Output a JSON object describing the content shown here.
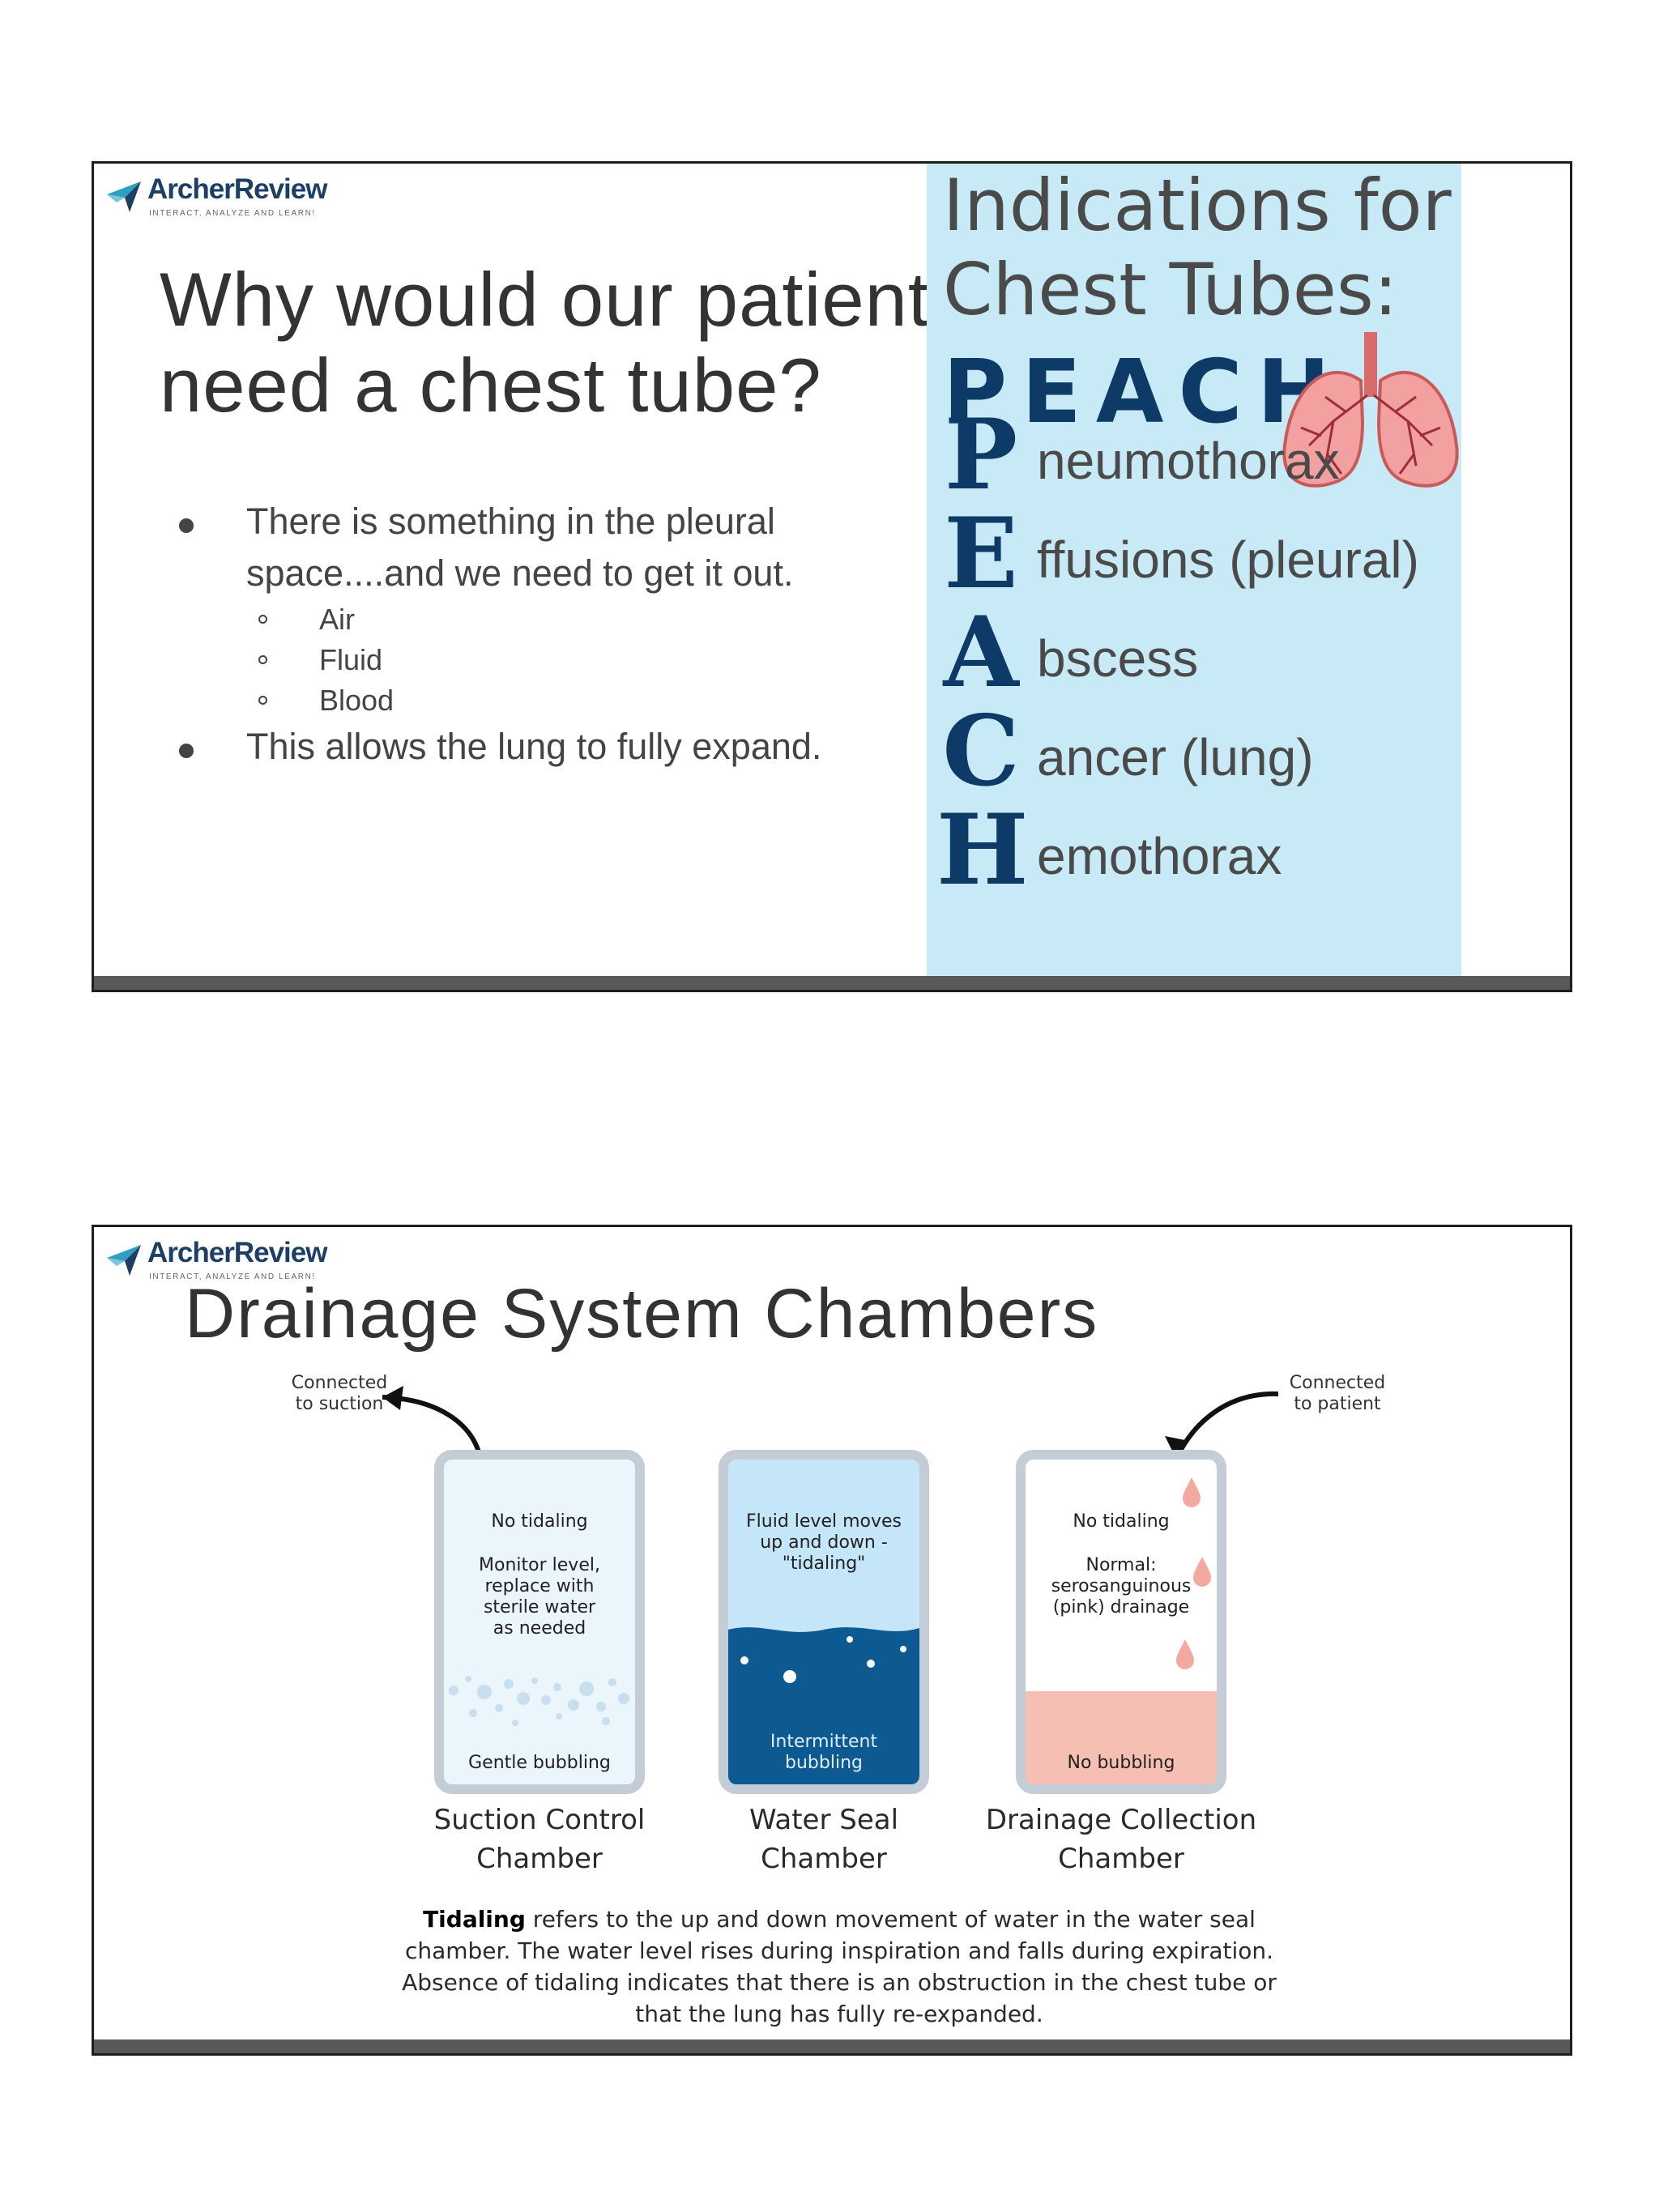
{
  "brand": {
    "name": "ArcherReview",
    "tagline": "INTERACT, ANALYZE AND LEARN!",
    "colors": {
      "navy": "#1d3f66",
      "teal": "#2e9fc0"
    }
  },
  "slide1": {
    "title_line1": "Why would our patient",
    "title_line2": "need a chest tube?",
    "bullets": [
      "There is something in the pleural",
      "space....and we need to get it out.",
      "This allows the lung to fully expand."
    ],
    "sub_items": [
      "Air",
      "Fluid",
      "Blood"
    ],
    "panel": {
      "title_line1": "Indications for",
      "title_line2": "Chest Tubes:",
      "acronym": "PEACH",
      "items": [
        {
          "letter": "P",
          "rest": "neumothorax"
        },
        {
          "letter": "E",
          "rest": "ffusions (pleural)"
        },
        {
          "letter": "A",
          "rest": "bscess"
        },
        {
          "letter": "C",
          "rest": "ancer (lung)"
        },
        {
          "letter": "H",
          "rest": "emothorax"
        }
      ],
      "colors": {
        "panel_bg": "#c8e9f6",
        "letter": "#0d3a66",
        "lungs": "#f2a0a0"
      }
    }
  },
  "slide2": {
    "title": "Drainage System Chambers",
    "callout_left": [
      "Connected",
      "to suction"
    ],
    "callout_right": [
      "Connected",
      "to patient"
    ],
    "chambers": [
      {
        "top_text": "No tidaling",
        "mid_text": [
          "Monitor level,",
          "replace with",
          "sterile water",
          "as needed"
        ],
        "bottom_text": "Gentle bubbling",
        "label": [
          "Suction Control",
          "Chamber"
        ],
        "color": "#eaf5fc"
      },
      {
        "top_text": [
          "Fluid level moves",
          "up and down -",
          "\"tidaling\""
        ],
        "bottom_text": [
          "Intermittent",
          "bubbling"
        ],
        "label": [
          "Water Seal",
          "Chamber"
        ],
        "color": "#0d5a93"
      },
      {
        "top_text": "No tidaling",
        "mid_text": [
          "Normal:",
          "serosanguinous",
          "(pink) drainage"
        ],
        "bottom_text": "No bubbling",
        "label": [
          "Drainage Collection",
          "Chamber"
        ],
        "color": "#f6bfb3"
      }
    ],
    "footnote": {
      "term": "Tidaling",
      "text": "refers to the up and down movement of water in the water seal chamber. The water level rises during inspiration and falls during expiration. Absence of tidaling indicates that there is an obstruction in the chest tube or that the lung has fully re-expanded."
    }
  }
}
